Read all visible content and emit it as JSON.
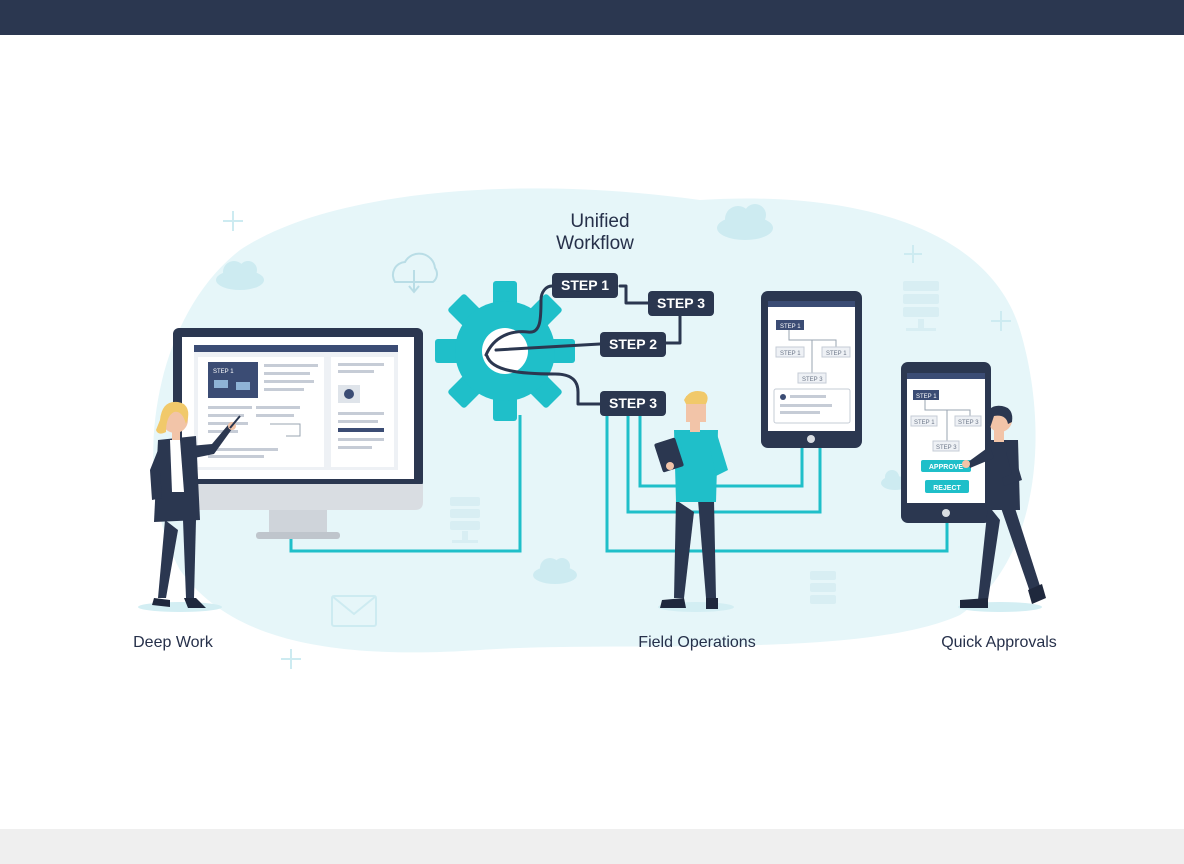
{
  "title": {
    "line1": "Unified",
    "line2": "Workflow"
  },
  "steps": {
    "step1": "STEP 1",
    "step3_top": "STEP 3",
    "step2": "STEP 2",
    "step3_bottom": "STEP 3"
  },
  "personas": {
    "deep_work": "Deep Work",
    "field_operations": "Field Operations",
    "quick_approvals": "Quick Approvals"
  },
  "monitor_screen": {
    "tile_label": "STEP 1"
  },
  "tablet_screen": {
    "step1": "STEP 1",
    "step2a": "STEP 1",
    "step2b": "STEP 1",
    "step3": "STEP 3"
  },
  "phone_screen": {
    "step1": "STEP 1",
    "step2a": "STEP 1",
    "step2b": "STEP 3",
    "step3": "STEP 3",
    "approve": "APPROVE",
    "reject": "REJECT"
  },
  "colors": {
    "accent": "#1fbfc9",
    "navy": "#2b3750",
    "blob": "#e6f6f9",
    "text": "#26304a"
  }
}
